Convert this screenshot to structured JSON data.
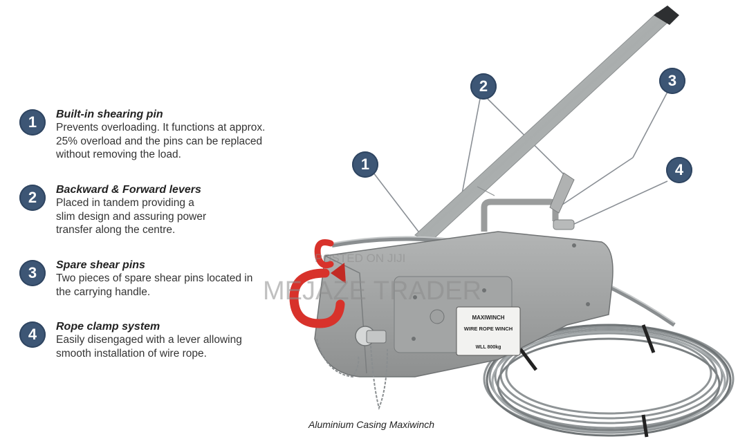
{
  "features": [
    {
      "number": "1",
      "title": "Built-in shearing pin",
      "body": "Prevents overloading. It functions at approx.\n25% overload and the pins can be replaced\nwithout removing the load."
    },
    {
      "number": "2",
      "title": "Backward & Forward levers",
      "body": "Placed in tandem providing a\nslim design and assuring power\ntransfer along the centre."
    },
    {
      "number": "3",
      "title": "Spare shear pins",
      "body": "Two pieces of spare shear pins located in\nthe carrying handle."
    },
    {
      "number": "4",
      "title": "Rope clamp system",
      "body": "Easily disengaged with a lever allowing\nsmooth installation of wire rope."
    }
  ],
  "callouts": [
    "1",
    "2",
    "3",
    "4"
  ],
  "product_label": {
    "brand": "MAXIWINCH",
    "line1": "WIRE ROPE WINCH",
    "line2": "WLL 800kg"
  },
  "watermark": {
    "posted": "POSTED ON JIJI",
    "seller": "MEJAZE TRADER"
  },
  "caption": "Aluminium Casing Maxiwinch",
  "colors": {
    "badge": "#3d5675",
    "hook": "#d8322b",
    "casing": "#9a9c9c"
  }
}
